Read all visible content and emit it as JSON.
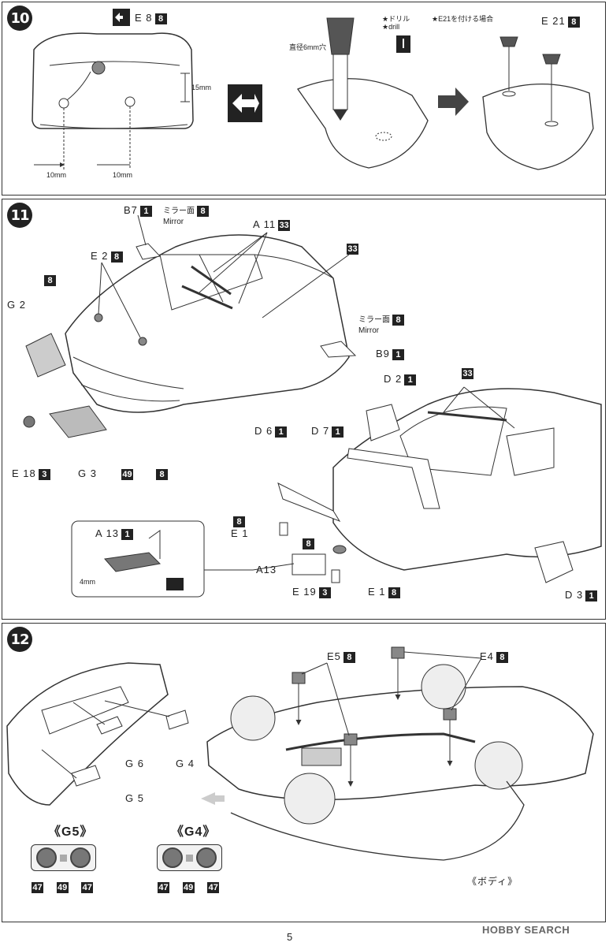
{
  "steps": [
    {
      "number": "10",
      "labels": {
        "e8": "E 8",
        "e8_paint": "8",
        "dim15": "15mm",
        "dim10a": "10mm",
        "dim10b": "10mm",
        "drill_jp": "★ドリル",
        "drill_en": "★drill",
        "e21_note": "★E21を付ける場合",
        "hole_jp": "直径6mm穴",
        "e21": "E 21",
        "e21_paint": "8"
      }
    },
    {
      "number": "11",
      "labels": {
        "b7": "B7",
        "b7_paint": "1",
        "mirror_jp_1": "ミラー面",
        "mirror_paint_1": "8",
        "mirror_en_1": "Mirror",
        "a11": "A 11",
        "a11_paint": "33",
        "e2": "E 2",
        "e2_paint": "8",
        "paint33": "33",
        "g2": "G 2",
        "g2_paint": "8",
        "mirror_jp_2": "ミラー面",
        "mirror_paint_2": "8",
        "mirror_en_2": "Mirror",
        "b9": "B9",
        "b9_paint": "1",
        "d2": "D 2",
        "d2_paint": "1",
        "paint33b": "33",
        "d6": "D 6",
        "d6_paint": "1",
        "d7": "D 7",
        "d7_paint": "1",
        "e18": "E 18",
        "e18_paint": "3",
        "g3": "G 3",
        "paint49": "49",
        "paint8a": "8",
        "a13": "A 13",
        "a13_paint": "1",
        "dim4": "4mm",
        "a13_out": "A13",
        "e1": "E 1",
        "e1_paint": "8",
        "e1b": "E 1",
        "e1b_paint": "8",
        "paint8b": "8",
        "e19": "E 19",
        "e19_paint": "3",
        "d3": "D 3",
        "d3_paint": "1"
      }
    },
    {
      "number": "12",
      "labels": {
        "e5": "E5",
        "e5_paint": "8",
        "e4": "E4",
        "e4_paint": "8",
        "g6": "G 6",
        "g4": "G 4",
        "g5": "G 5",
        "g5_head": "《G5》",
        "g4_head": "《G4》",
        "body_jp": "《ボディ》",
        "g5_codes": [
          "47",
          "49",
          "47"
        ],
        "g4_codes": [
          "47",
          "49",
          "47"
        ]
      }
    }
  ],
  "page_number": "5",
  "watermark": "HOBBY SEARCH"
}
